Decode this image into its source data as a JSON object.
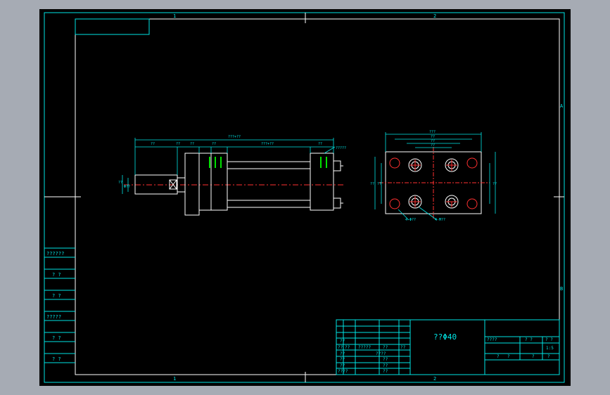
{
  "drawing": {
    "title": "??Φ40",
    "border_zones": {
      "top_left": "1",
      "top_mid": "2",
      "bottom_left": "1",
      "bottom_mid": "2",
      "right_a": "A",
      "right_b": "B"
    },
    "left_strip_labels": [
      "??????",
      "? ?",
      "? ?",
      "?????",
      "? ?",
      "? ?"
    ],
    "title_block": {
      "grid_labels": [
        "??",
        "??",
        "?????",
        "??",
        "??",
        "??",
        "????",
        "??",
        "??",
        "??",
        "??",
        "??",
        "????",
        "??"
      ],
      "right_top": [
        "????",
        "? ?",
        "? ?"
      ],
      "scale": "1:5",
      "right_bottom": [
        "?",
        "?",
        "?",
        "?"
      ]
    },
    "dims": {
      "overall": "???+??",
      "stroke": "???+??",
      "left_segments": [
        "??",
        "??",
        "??",
        "??"
      ],
      "right_seg": "??",
      "port_note": "?????",
      "rod_dia": "Φ??",
      "end_dim": "??",
      "end_dim2": "??",
      "flange_top": [
        "???",
        "??",
        "??",
        "??"
      ],
      "flange_side": [
        "??",
        "??",
        "??"
      ],
      "hole_note1": "4-Φ??",
      "hole_note2": "4-M??"
    }
  }
}
